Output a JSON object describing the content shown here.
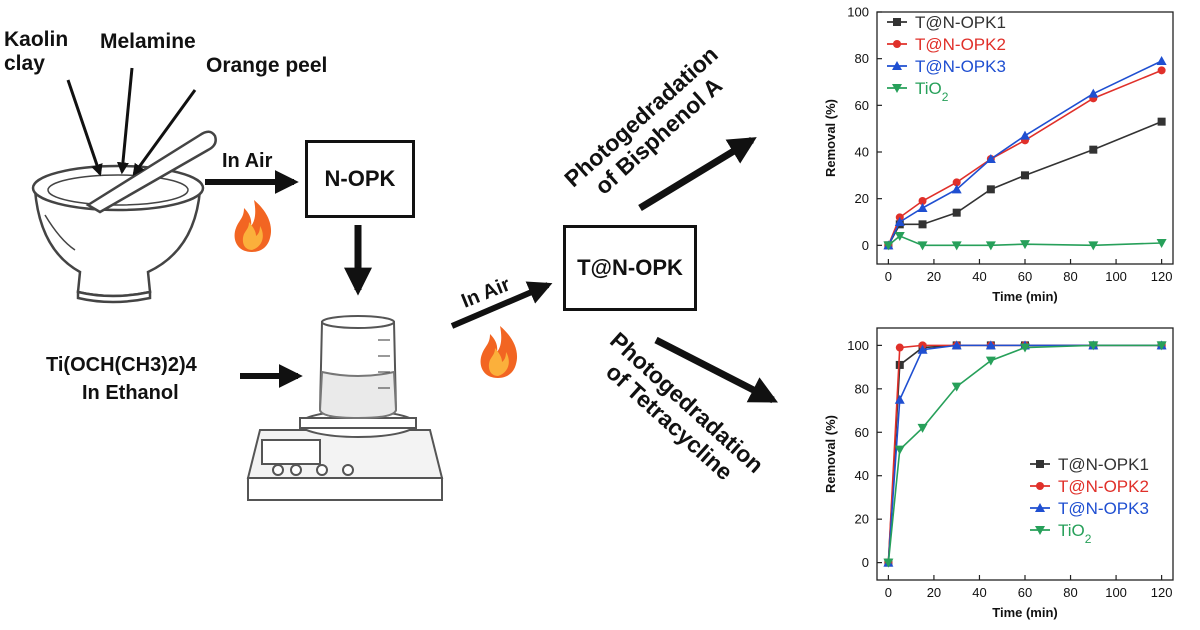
{
  "ingredients": {
    "kaolin": "Kaolin clay",
    "melamine": "Melamine",
    "orange_peel": "Orange peel"
  },
  "steps": {
    "in_air_1": "In Air",
    "in_air_2": "In Air",
    "n_opk": "N-OPK",
    "t_n_opk": "T@N-OPK",
    "ti_line1": "Ti(OCH(CH3)2)4",
    "ti_line2": "In Ethanol",
    "bpa_line1": "Photogedradation",
    "bpa_line2": "of Bisphenol A",
    "tc_line1": "Photogedradation",
    "tc_line2": "of Tetracycline"
  },
  "icons": [
    "mortar-pestle-icon",
    "flame-icon",
    "beaker-icon",
    "hotplate-icon"
  ],
  "chart_data": [
    {
      "type": "line",
      "title": "",
      "xlabel": "Time (min)",
      "ylabel": "Removal (%)",
      "xlim": [
        -5,
        125
      ],
      "ylim": [
        -8,
        100
      ],
      "xticks": [
        0,
        20,
        40,
        60,
        80,
        100,
        120
      ],
      "yticks": [
        0,
        20,
        40,
        60,
        80,
        100
      ],
      "legend_position": "top-left",
      "x": [
        0,
        5,
        15,
        30,
        45,
        60,
        90,
        120
      ],
      "series": [
        {
          "name": "T@N-OPK1",
          "color": "#333333",
          "marker": "square",
          "values": [
            0,
            9,
            9,
            14,
            24,
            30,
            41,
            53
          ]
        },
        {
          "name": "T@N-OPK2",
          "color": "#e0302a",
          "marker": "circle",
          "values": [
            0,
            12,
            19,
            27,
            37,
            45,
            63,
            75
          ]
        },
        {
          "name": "T@N-OPK3",
          "color": "#1f4fd1",
          "marker": "triangle-up",
          "values": [
            0,
            10,
            16,
            24,
            37,
            47,
            65,
            79
          ]
        },
        {
          "name": "TiO2",
          "color": "#27a05a",
          "marker": "triangle-down",
          "values": [
            0,
            4,
            0,
            0,
            0,
            0.5,
            0,
            1
          ]
        }
      ]
    },
    {
      "type": "line",
      "title": "",
      "xlabel": "Time (min)",
      "ylabel": "Removal (%)",
      "xlim": [
        -5,
        125
      ],
      "ylim": [
        -8,
        108
      ],
      "xticks": [
        0,
        20,
        40,
        60,
        80,
        100,
        120
      ],
      "yticks": [
        0,
        20,
        40,
        60,
        80,
        100
      ],
      "legend_position": "bottom-right",
      "x": [
        0,
        5,
        15,
        30,
        45,
        60,
        90,
        120
      ],
      "series": [
        {
          "name": "T@N-OPK1",
          "color": "#333333",
          "marker": "square",
          "values": [
            0,
            91,
            99,
            100,
            100,
            100,
            100,
            100
          ]
        },
        {
          "name": "T@N-OPK2",
          "color": "#e0302a",
          "marker": "circle",
          "values": [
            0,
            99,
            100,
            100,
            100,
            100,
            100,
            100
          ]
        },
        {
          "name": "T@N-OPK3",
          "color": "#1f4fd1",
          "marker": "triangle-up",
          "values": [
            0,
            75,
            98,
            100,
            100,
            100,
            100,
            100
          ]
        },
        {
          "name": "TiO2",
          "color": "#27a05a",
          "marker": "triangle-down",
          "values": [
            0,
            52,
            62,
            81,
            93,
            99,
            100,
            100
          ]
        }
      ]
    }
  ]
}
